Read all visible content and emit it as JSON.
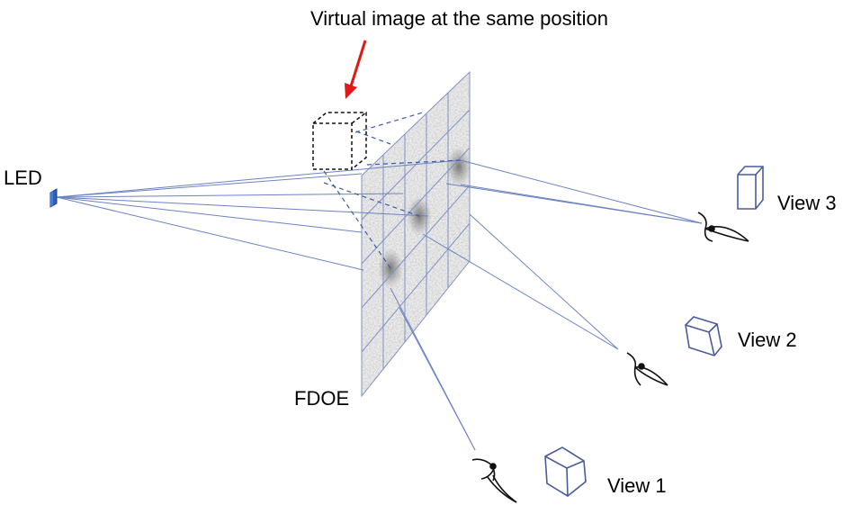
{
  "labels": {
    "title": "Virtual image at the same position",
    "led": "LED",
    "fdoe": "FDOE",
    "view1": "View 1",
    "view2": "View 2",
    "view3": "View 3"
  },
  "colors": {
    "ray": "#6c83c4",
    "arrow": "#e01818",
    "led": "#2f5fb8",
    "cube_view": "#4a5b9a",
    "cube_virtual": "#111111",
    "panel_grid": "#7d92c8"
  },
  "icons": [
    "arrow-icon",
    "led-icon",
    "virtual-cube-icon",
    "eye-icon",
    "cube-icon"
  ]
}
